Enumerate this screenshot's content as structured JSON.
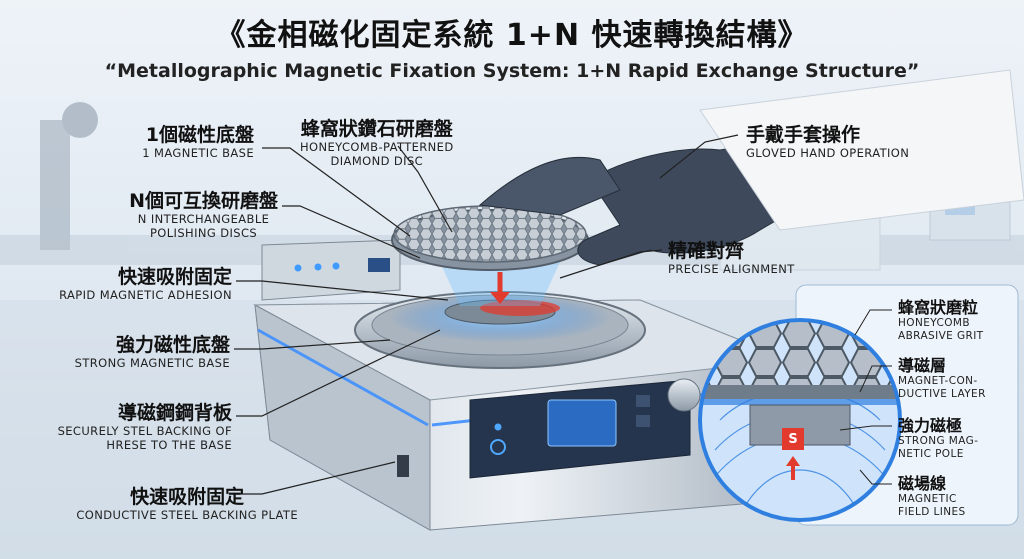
{
  "title": {
    "zh": "《金相磁化固定系統 1+N 快速轉換結構》",
    "en": "“Metallographic Magnetic Fixation System: 1+N Rapid Exchange Structure”"
  },
  "left_labels": [
    {
      "zh": "1個磁性底盤",
      "en": "1 MAGNETIC BASE"
    },
    {
      "zh": "N個可互換研磨盤",
      "en": "N INTERCHANGEABLE",
      "en2": "POLISHING DISCS"
    },
    {
      "zh": "快速吸附固定",
      "en": "RAPID MAGNETIC ADHESION"
    },
    {
      "zh": "強力磁性底盤",
      "en": "STRONG MAGNETIC BASE"
    },
    {
      "zh": "導磁鋼鋼背板",
      "en": "SECURELY STEL BACKING OF",
      "en2": "HRESE TO THE BASE"
    },
    {
      "zh": "快速吸附固定",
      "en": "CONDUCTIVE STEEL BACKING PLATE"
    }
  ],
  "top_labels": {
    "disc": {
      "zh": "蜂窩狀鑽石研磨盤",
      "en": "HONEYCOMB-PATTERNED",
      "en2": "DIAMOND DISC"
    },
    "glove": {
      "zh": "手戴手套操作",
      "en": "GLOVED HAND OPERATION"
    },
    "align": {
      "zh": "精確對齊",
      "en": "PRECISE ALIGNMENT"
    }
  },
  "inset_labels": [
    {
      "zh": "蜂窩狀磨粒",
      "en": "HONEYCOMB",
      "en2": "ABRASIVE GRIT"
    },
    {
      "zh": "導磁層",
      "en": "MAGNET-CON-",
      "en2": "DUCTIVE LAYER"
    },
    {
      "zh": "強力磁極",
      "en": "STRONG MAG-",
      "en2": "NETIC POLE"
    },
    {
      "zh": "磁場線",
      "en": "MAGNETIC",
      "en2": "FIELD LINES"
    }
  ],
  "pole_letter": "S",
  "colors": {
    "accent_blue": "#2f7fe0",
    "glow": "#5fb4ff",
    "arrow_red": "#e23a2c",
    "steel": "#b8c2cc",
    "glove": "#3e4a5c"
  }
}
